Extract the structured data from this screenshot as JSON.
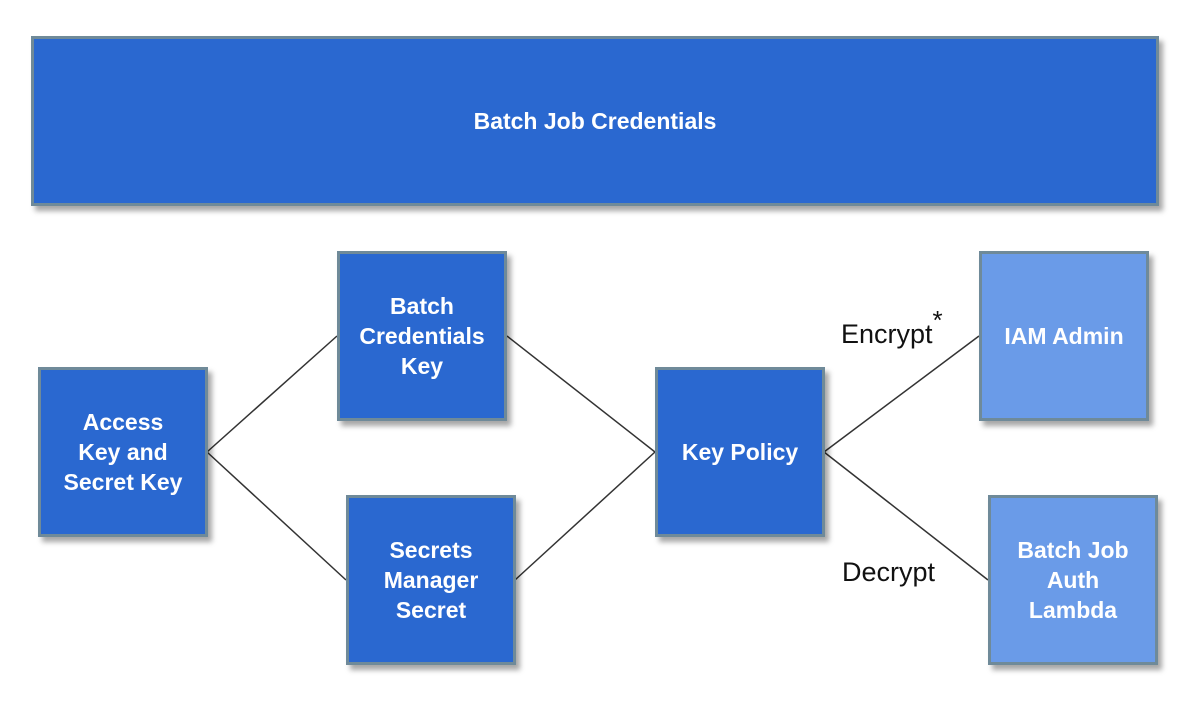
{
  "colors": {
    "primary": "#2a68d0",
    "secondary": "#6a9be8",
    "border": "#6f8a99"
  },
  "title": "Batch Job Credentials",
  "nodes": {
    "access_key": "Access Key and Secret Key",
    "batch_credentials_key": "Batch Credentials Key",
    "secrets_manager_secret": "Secrets Manager Secret",
    "key_policy": "Key Policy",
    "iam_admin": "IAM Admin",
    "batch_job_auth_lambda": "Batch Job Auth Lambda"
  },
  "edge_labels": {
    "encrypt": "Encrypt",
    "encrypt_mark": "*",
    "decrypt": "Decrypt"
  }
}
